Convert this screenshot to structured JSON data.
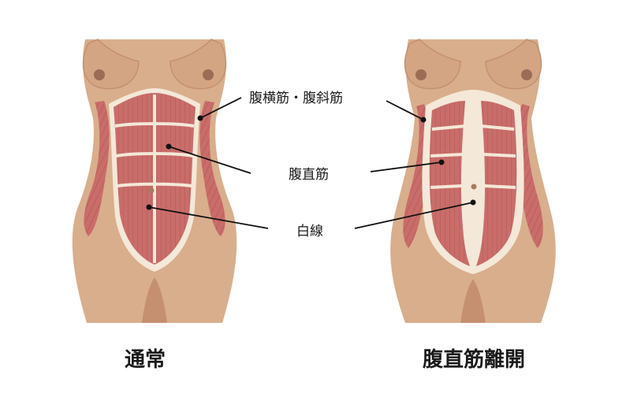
{
  "labels": {
    "obliques": "腹横筋・腹斜筋",
    "rectus": "腹直筋",
    "linea_alba": "白線"
  },
  "captions": {
    "normal": "通常",
    "diastasis": "腹直筋離開"
  },
  "colors": {
    "skin": "#d9ae8c",
    "skin_shadow": "#c49070",
    "nipple": "#9c6c55",
    "muscle": "#c96d6a",
    "muscle_dark": "#a94e4d",
    "fascia": "#f4e8d8",
    "line": "#111111"
  }
}
